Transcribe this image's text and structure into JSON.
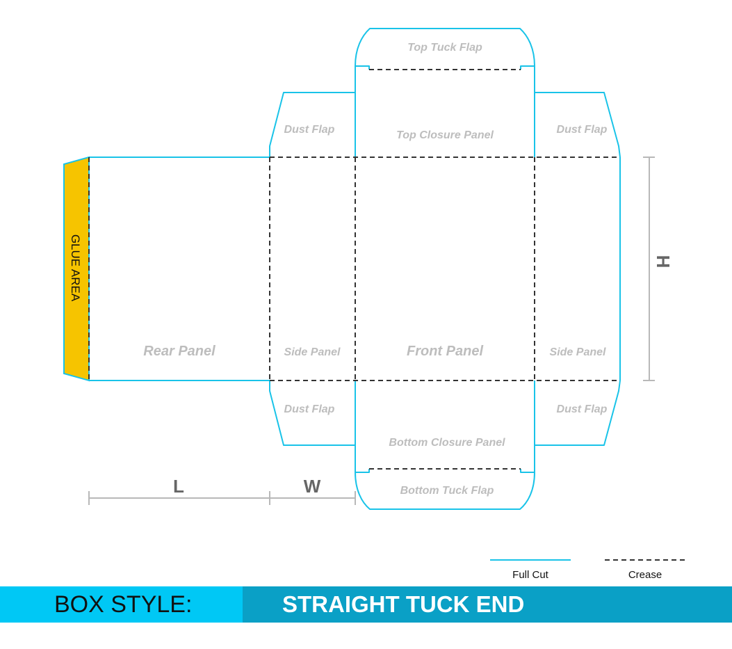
{
  "panels": {
    "top_tuck_flap": "Top Tuck Flap",
    "top_closure_panel": "Top Closure Panel",
    "dust_flap_top_left": "Dust Flap",
    "dust_flap_top_right": "Dust Flap",
    "glue_area": "GLUE AREA",
    "rear_panel": "Rear Panel",
    "side_panel_left": "Side Panel",
    "front_panel": "Front Panel",
    "side_panel_right": "Side Panel",
    "dust_flap_bottom_left": "Dust Flap",
    "dust_flap_bottom_right": "Dust Flap",
    "bottom_closure_panel": "Bottom Closure Panel",
    "bottom_tuck_flap": "Bottom Tuck Flap"
  },
  "dimensions": {
    "length": "L",
    "width": "W",
    "height": "H"
  },
  "legend": {
    "full_cut": "Full Cut",
    "crease": "Crease"
  },
  "colors": {
    "cut_line": "#19c3e8",
    "crease_line": "#333333",
    "glue_fill": "#f6c400",
    "banner_left": "#00c8f5",
    "banner_right": "#0aa0c6"
  },
  "banner": {
    "label": "BOX STYLE:",
    "value": "STRAIGHT TUCK END"
  }
}
